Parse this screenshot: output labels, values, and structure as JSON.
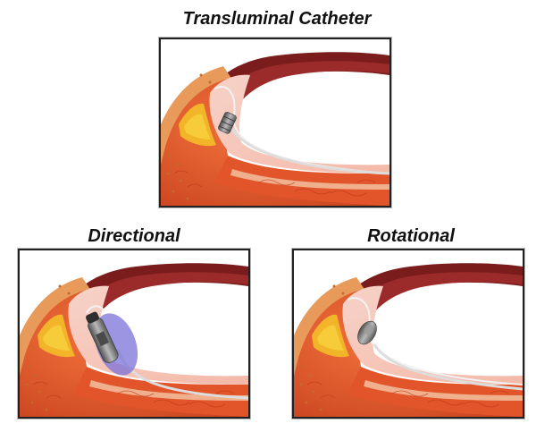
{
  "figure": {
    "top_title": "Transluminal Catheter",
    "left_title": "Directional",
    "right_title": "Rotational"
  },
  "colors": {
    "vessel_outer": "#7a1c1c",
    "vessel_wall": "#e0582a",
    "plaque": "#f2b52a",
    "adventitia": "#e89a5a",
    "catheter_metal": "#7d7d7d",
    "balloon": "#7a72d8"
  },
  "icons": {
    "top": "transluminal-catheter-illustration",
    "left": "directional-atherectomy-illustration",
    "right": "rotational-atherectomy-illustration"
  }
}
